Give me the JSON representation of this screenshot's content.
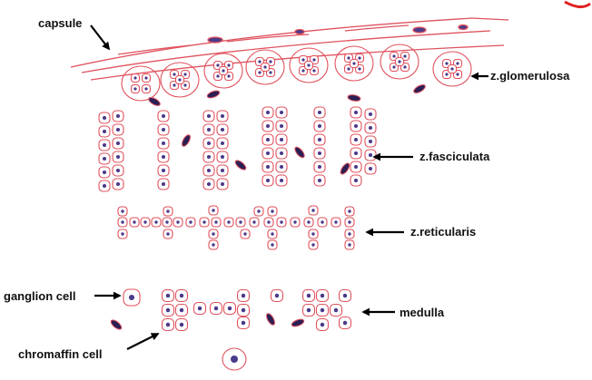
{
  "labels": {
    "capsule": "capsule",
    "glomerulosa": "z.glomerulosa",
    "fasciculata": "z.fasciculata",
    "reticularis": "z.reticularis",
    "ganglion": "ganglion cell",
    "medulla": "medulla",
    "chromaffin": "chromaffin cell"
  },
  "colors": {
    "membrane": "#e0525e",
    "nucleus": "#4a3a8a",
    "nucleus_dark": "#2a1f55",
    "label_text": "#111111",
    "arrow": "#000000",
    "accent_red": "#e02020"
  }
}
